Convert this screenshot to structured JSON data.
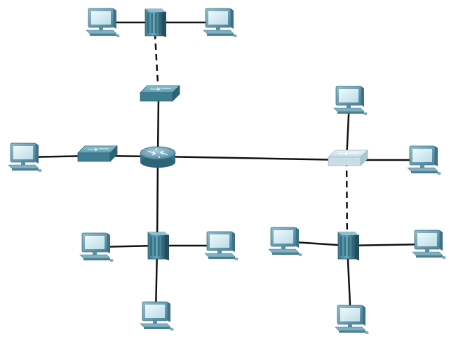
{
  "diagram": {
    "nodes": [
      {
        "id": "pc-top-left",
        "kind": "pc"
      },
      {
        "id": "hub-top",
        "kind": "hub"
      },
      {
        "id": "pc-top-right",
        "kind": "pc"
      },
      {
        "id": "switch-top",
        "kind": "switch"
      },
      {
        "id": "pc-left",
        "kind": "pc"
      },
      {
        "id": "switch-left",
        "kind": "switch"
      },
      {
        "id": "router",
        "kind": "router"
      },
      {
        "id": "switch-right",
        "kind": "switch-light"
      },
      {
        "id": "pc-right-top",
        "kind": "pc"
      },
      {
        "id": "pc-right",
        "kind": "pc"
      },
      {
        "id": "hub-bottom-left",
        "kind": "hub"
      },
      {
        "id": "pc-bl-left",
        "kind": "pc"
      },
      {
        "id": "pc-bl-right",
        "kind": "pc"
      },
      {
        "id": "pc-bl-bottom",
        "kind": "pc"
      },
      {
        "id": "hub-bottom-right",
        "kind": "hub"
      },
      {
        "id": "pc-br-left",
        "kind": "pc"
      },
      {
        "id": "pc-br-right",
        "kind": "pc"
      },
      {
        "id": "pc-br-bottom",
        "kind": "pc"
      }
    ],
    "links": [
      {
        "from": "pc-top-left",
        "to": "hub-top",
        "style": "solid"
      },
      {
        "from": "hub-top",
        "to": "pc-top-right",
        "style": "solid"
      },
      {
        "from": "hub-top",
        "to": "switch-top",
        "style": "dashed"
      },
      {
        "from": "switch-top",
        "to": "router",
        "style": "solid"
      },
      {
        "from": "pc-left",
        "to": "switch-left",
        "style": "solid"
      },
      {
        "from": "switch-left",
        "to": "router",
        "style": "solid"
      },
      {
        "from": "router",
        "to": "switch-right",
        "style": "solid"
      },
      {
        "from": "switch-right",
        "to": "pc-right-top",
        "style": "solid"
      },
      {
        "from": "switch-right",
        "to": "pc-right",
        "style": "solid"
      },
      {
        "from": "router",
        "to": "hub-bottom-left",
        "style": "solid"
      },
      {
        "from": "hub-bottom-left",
        "to": "pc-bl-left",
        "style": "solid"
      },
      {
        "from": "hub-bottom-left",
        "to": "pc-bl-right",
        "style": "solid"
      },
      {
        "from": "hub-bottom-left",
        "to": "pc-bl-bottom",
        "style": "solid"
      },
      {
        "from": "switch-right",
        "to": "hub-bottom-right",
        "style": "dashed"
      },
      {
        "from": "hub-bottom-right",
        "to": "pc-br-left",
        "style": "solid"
      },
      {
        "from": "hub-bottom-right",
        "to": "pc-br-right",
        "style": "solid"
      },
      {
        "from": "hub-bottom-right",
        "to": "pc-br-bottom",
        "style": "solid"
      }
    ]
  },
  "colors": {
    "link": "#111111",
    "device_main": "#4f8ea3",
    "device_dark": "#2f6577",
    "device_light": "#cfe4ea",
    "monitor_frame": "#6fa2b3",
    "monitor_screen": "#d9edf3"
  }
}
